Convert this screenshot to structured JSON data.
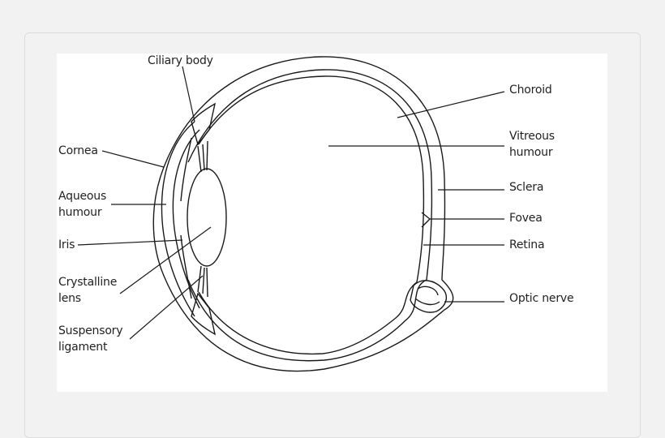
{
  "diagram": {
    "labels": {
      "ciliary_body": "Ciliary body",
      "cornea": "Cornea",
      "aqueous_humour_line1": "Aqueous",
      "aqueous_humour_line2": "humour",
      "iris": "Iris",
      "crystalline_lens_line1": "Crystalline",
      "crystalline_lens_line2": "lens",
      "suspensory_ligament_line1": "Suspensory",
      "suspensory_ligament_line2": "ligament",
      "choroid": "Choroid",
      "vitreous_humour_line1": "Vitreous",
      "vitreous_humour_line2": "humour",
      "sclera": "Sclera",
      "fovea": "Fovea",
      "retina": "Retina",
      "optic_nerve": "Optic nerve"
    },
    "colors": {
      "line": "#1a1a1a",
      "panel": "#ffffff",
      "background": "#f2f2f2"
    }
  }
}
